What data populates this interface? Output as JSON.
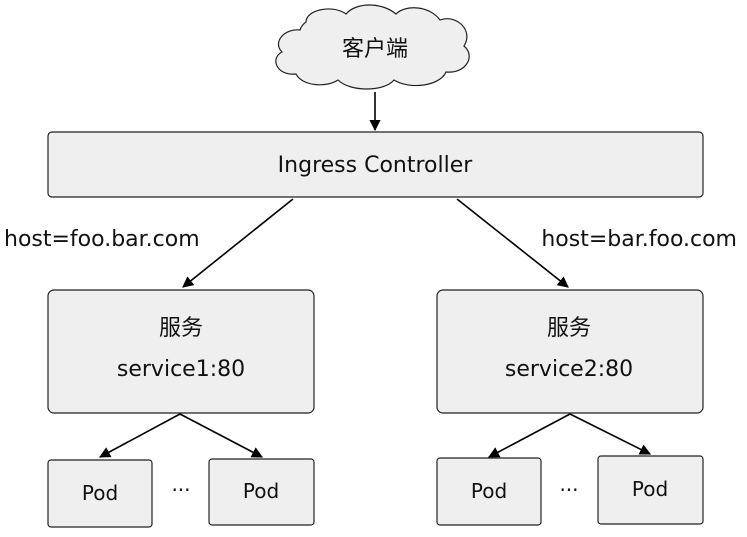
{
  "client": {
    "label": "客户端"
  },
  "ingress": {
    "label": "Ingress Controller"
  },
  "routes": [
    {
      "host_label": "host=foo.bar.com"
    },
    {
      "host_label": "host=bar.foo.com"
    }
  ],
  "services": [
    {
      "title": "服务",
      "name": "service1:80"
    },
    {
      "title": "服务",
      "name": "service2:80"
    }
  ],
  "pods": {
    "label": "Pod",
    "ellipsis": "···"
  }
}
